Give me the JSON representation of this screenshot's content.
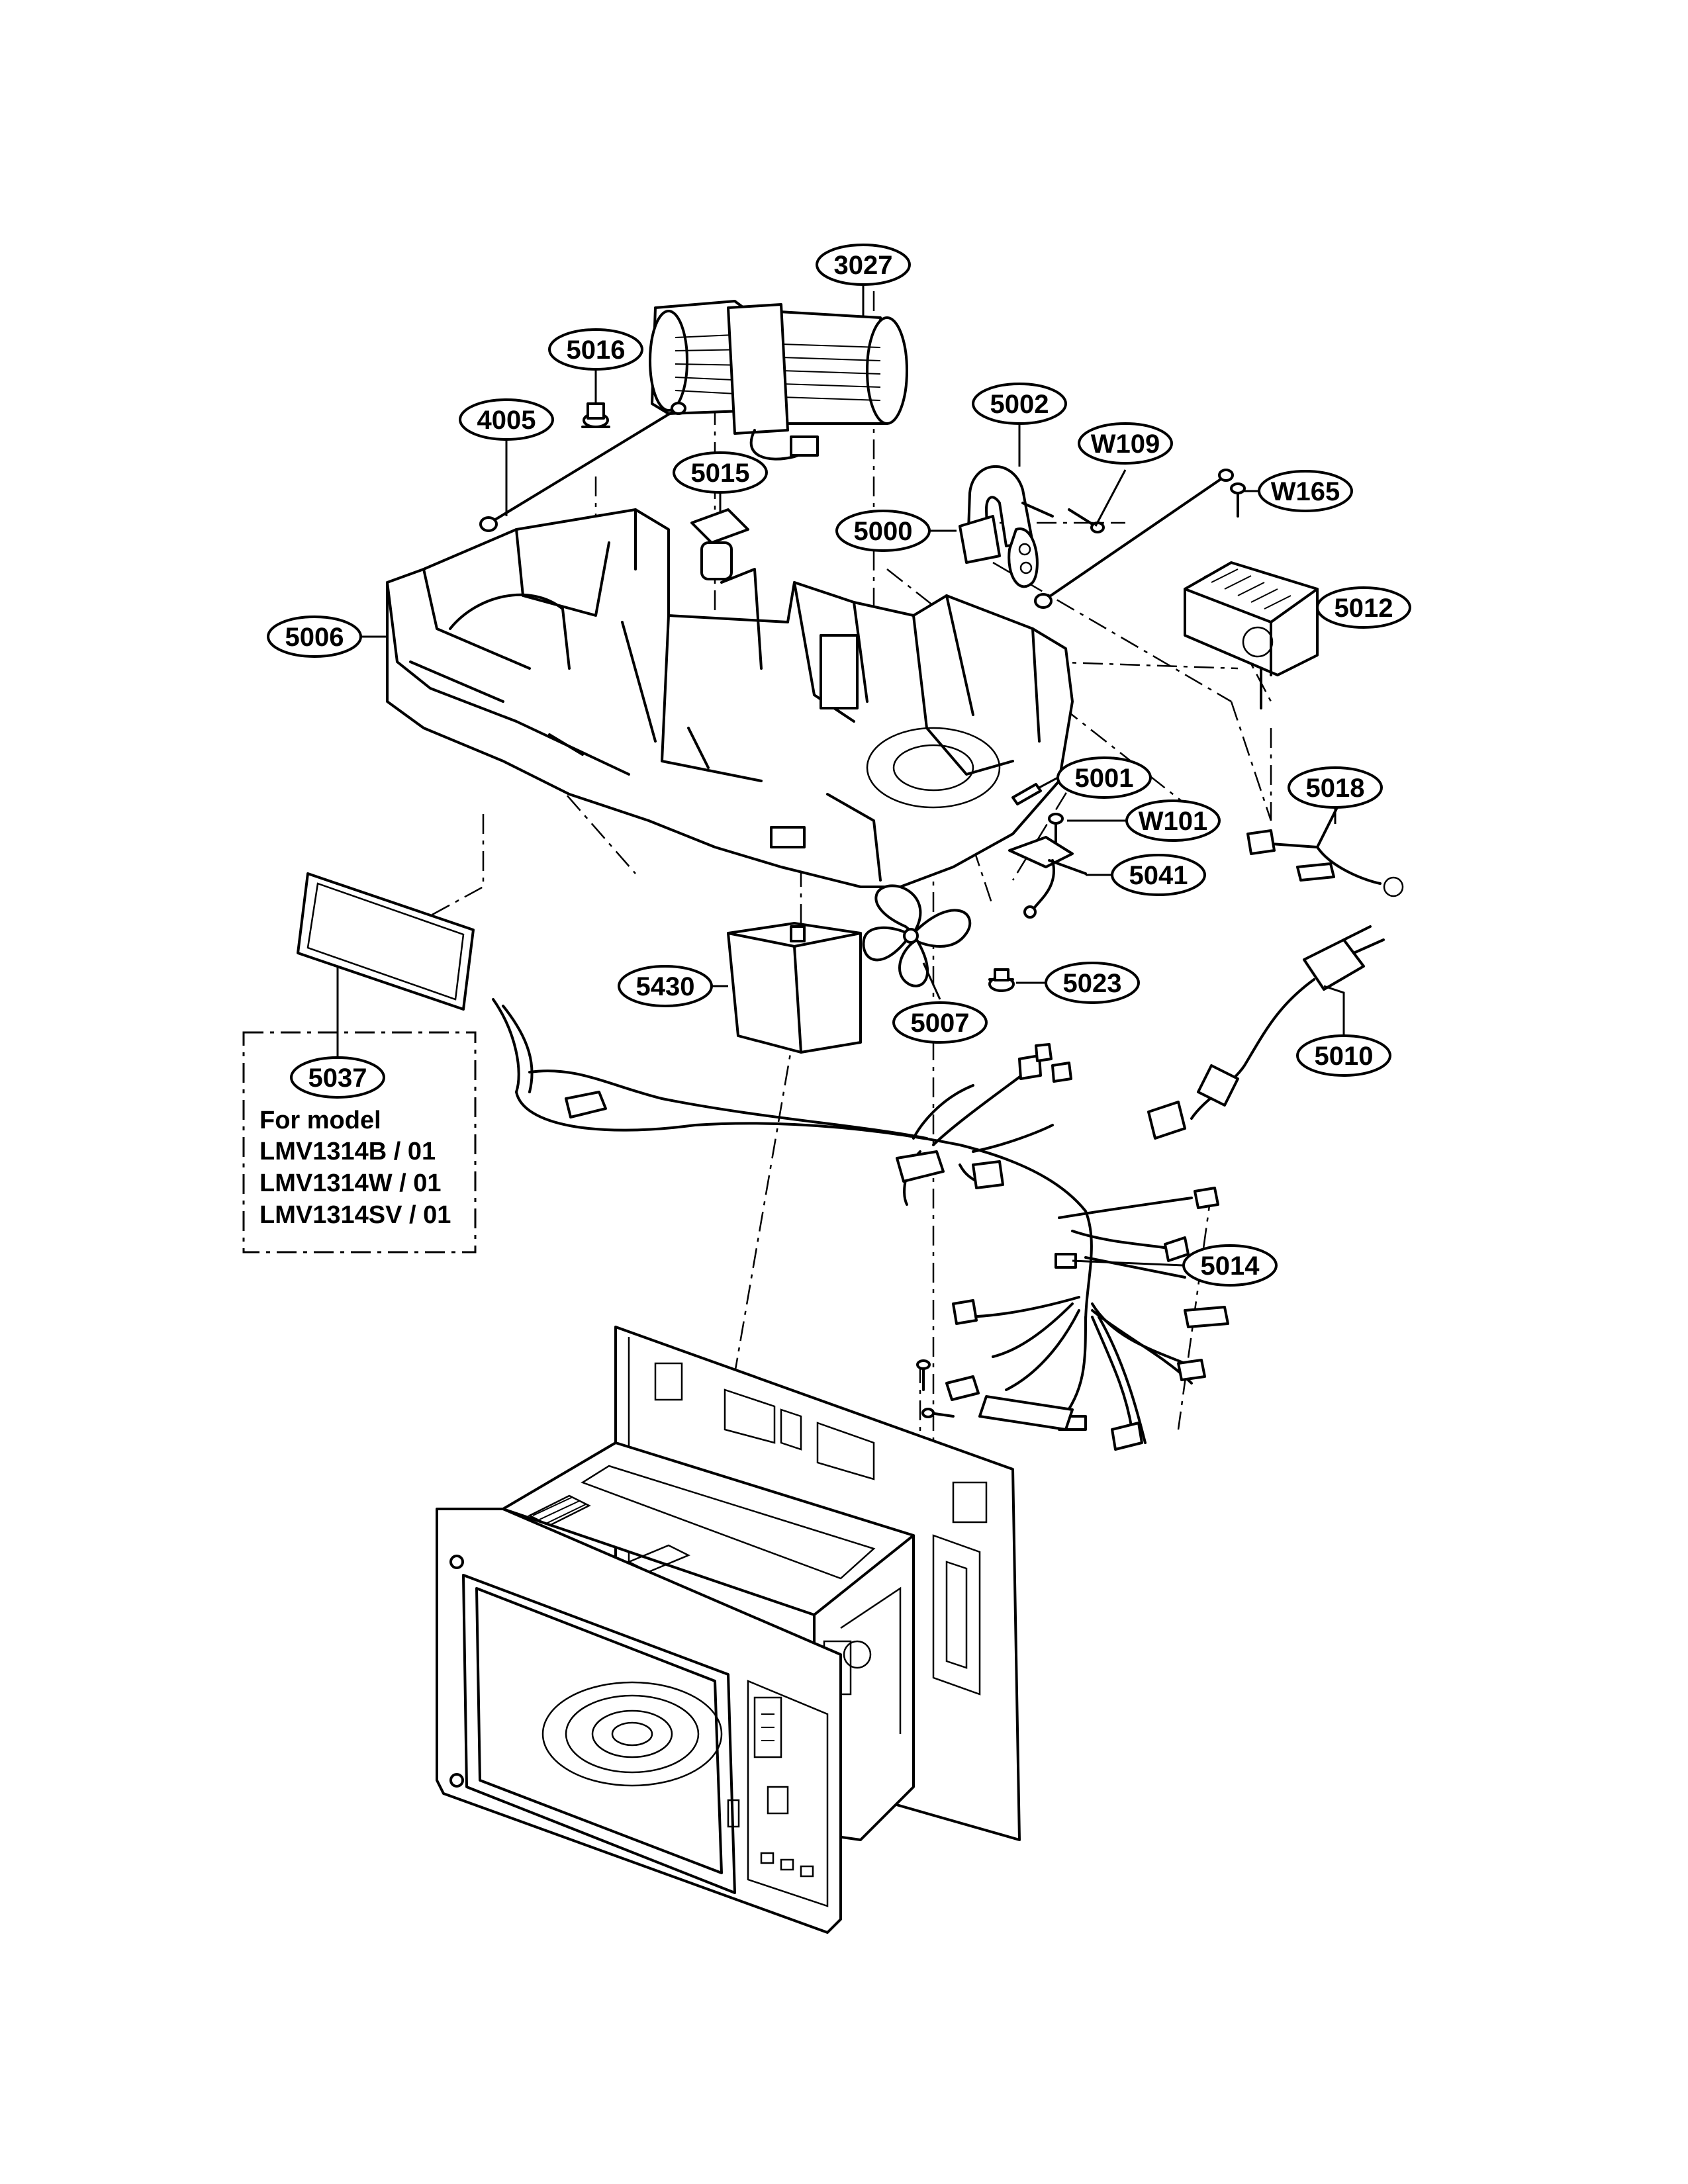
{
  "callouts": [
    {
      "id": "c3027",
      "label": "3027"
    },
    {
      "id": "c5016",
      "label": "5016"
    },
    {
      "id": "c4005",
      "label": "4005"
    },
    {
      "id": "c5015",
      "label": "5015"
    },
    {
      "id": "c5002",
      "label": "5002"
    },
    {
      "id": "cW109",
      "label": "W109"
    },
    {
      "id": "cW165",
      "label": "W165"
    },
    {
      "id": "c5000",
      "label": "5000"
    },
    {
      "id": "c5012",
      "label": "5012"
    },
    {
      "id": "c5006",
      "label": "5006"
    },
    {
      "id": "c5001",
      "label": "5001"
    },
    {
      "id": "c5018",
      "label": "5018"
    },
    {
      "id": "cW101",
      "label": "W101"
    },
    {
      "id": "c5041",
      "label": "5041"
    },
    {
      "id": "c5430",
      "label": "5430"
    },
    {
      "id": "c5023",
      "label": "5023"
    },
    {
      "id": "c5007",
      "label": "5007"
    },
    {
      "id": "c5010",
      "label": "5010"
    },
    {
      "id": "c5037",
      "label": "5037"
    },
    {
      "id": "c5014",
      "label": "5014"
    }
  ],
  "model_note": {
    "line1": "For model",
    "line2": "LMV1314B / 01",
    "line3": "LMV1314W / 01",
    "line4": "LMV1314SV / 01"
  }
}
